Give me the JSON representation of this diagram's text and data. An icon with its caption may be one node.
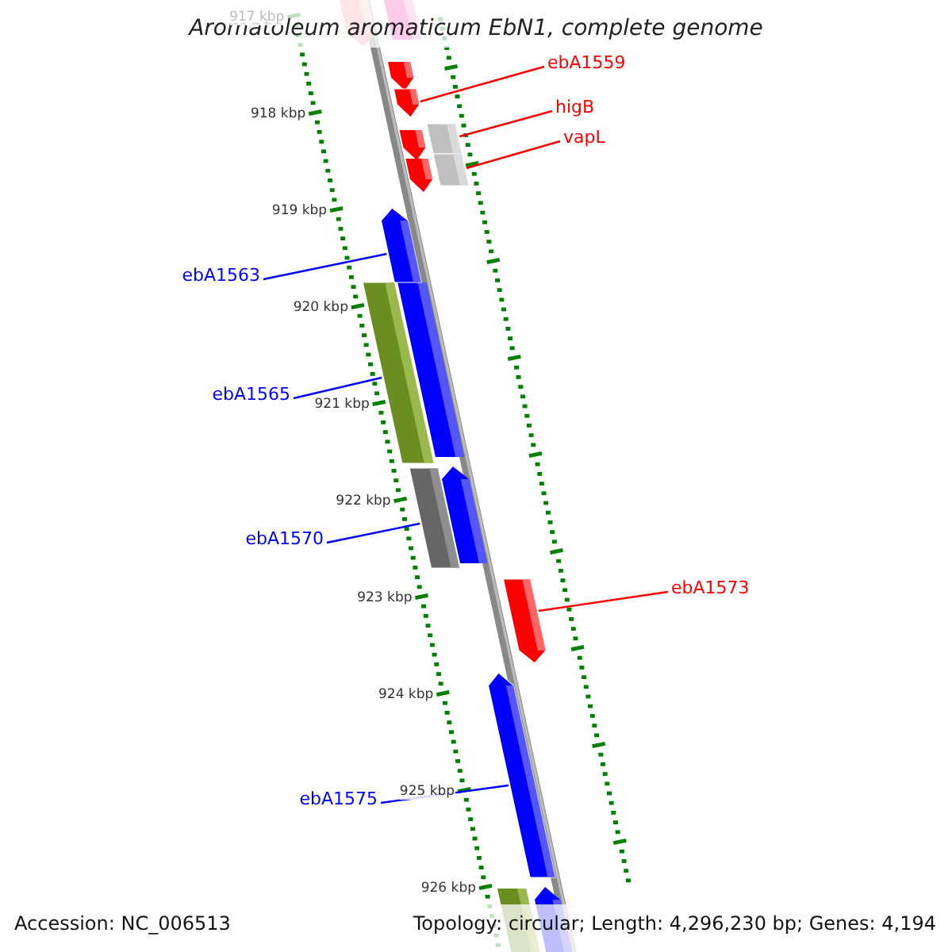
{
  "diagram": {
    "title": "Aromatoleum aromaticum EbN1, complete genome",
    "nodes": [
      {
        "text": [
          "ebA1559"
        ]
      },
      {
        "text": [],
        "shape": "arrow"
      },
      {
        "text": [
          "higB"
        ]
      },
      {
        "text": [],
        "shape": "box"
      },
      {
        "text": [
          "vapL"
        ]
      },
      {
        "text": [],
        "shape": "box"
      },
      {
        "text": [
          "ebA1563"
        ]
      },
      {
        "text": [],
        "shape": "arrow"
      },
      {
        "text": [
          "ebA1565"
        ]
      },
      {
        "text": [],
        "shape": "bar"
      },
      {
        "text": [
          "ebA1570"
        ]
      },
      {
        "text": [],
        "shape": "bar"
      },
      {
        "text": [
          "ebA1573"
        ]
      },
      {
        "text": [],
        "shape": "arrow"
      },
      {
        "text": [
          "ebA1575"
        ]
      },
      {
        "text": [],
        "shape": "arrow"
      }
    ],
    "edges": [
      {
        "from": 0,
        "to": 1,
        "arrow": "none"
      },
      {
        "from": 2,
        "to": 3,
        "arrow": "none"
      },
      {
        "from": 4,
        "to": 5,
        "arrow": "none"
      },
      {
        "from": 6,
        "to": 7,
        "arrow": "none",
        "color": "#0000ff"
      },
      {
        "from": 8,
        "to": 9,
        "arrow": "none",
        "color": "#0000ff"
      },
      {
        "from": 10,
        "to": 11,
        "arrow": "none",
        "color": "#0000ff"
      },
      {
        "from": 12,
        "to": 13,
        "arrow": "none"
      },
      {
        "from": 14,
        "to": 15,
        "arrow": "none",
        "color": "#0000ff"
      }
    ],
    "labels": [
      "917 kbp",
      "918 kbp",
      "919 kbp",
      "920 kbp",
      "921 kbp",
      "922 kbp",
      "923 kbp",
      "924 kbp",
      "925 kbp",
      "926 kbp",
      "Accession: NC_006513",
      "Topology: circular; Length: 4,296,230 bp; Genes: 4,194"
    ]
  }
}
